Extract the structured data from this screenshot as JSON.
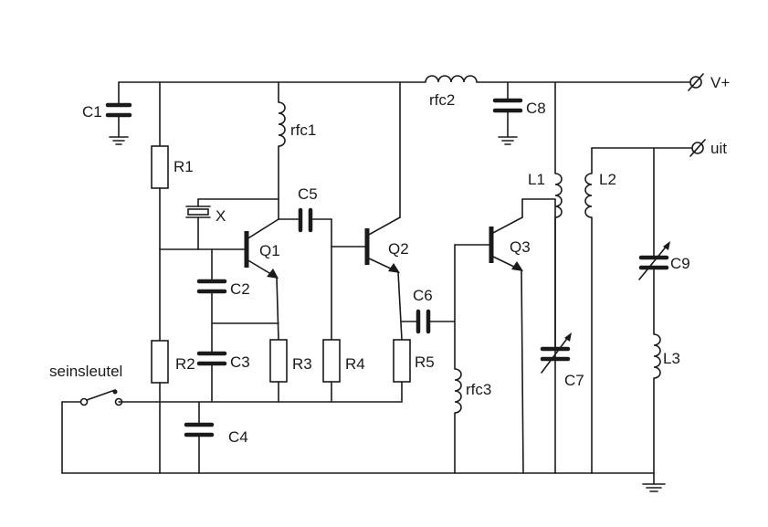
{
  "labels": {
    "C1": "C1",
    "C2": "C2",
    "C3": "C3",
    "C4": "C4",
    "C5": "C5",
    "C6": "C6",
    "C7": "C7",
    "C8": "C8",
    "C9": "C9",
    "R1": "R1",
    "R2": "R2",
    "R3": "R3",
    "R4": "R4",
    "R5": "R5",
    "rfc1": "rfc1",
    "rfc2": "rfc2",
    "rfc3": "rfc3",
    "L1": "L1",
    "L2": "L2",
    "L3": "L3",
    "Q1": "Q1",
    "Q2": "Q2",
    "Q3": "Q3",
    "X": "X",
    "key": "seinsleutel",
    "vplus": "V+",
    "out": "uit"
  }
}
